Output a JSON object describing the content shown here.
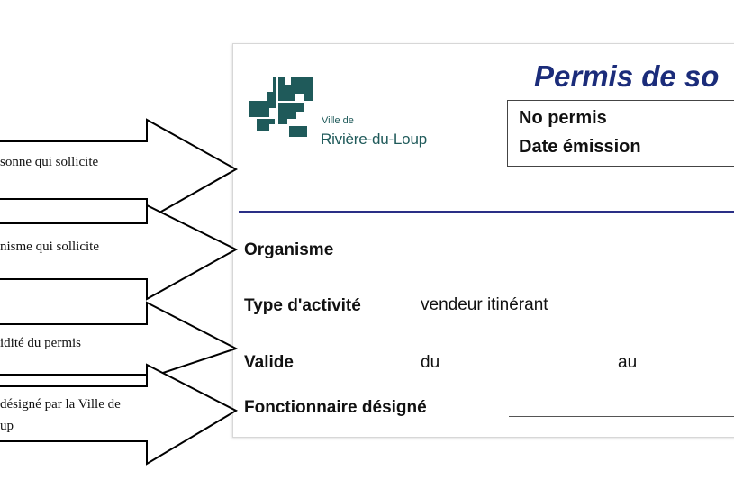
{
  "permit": {
    "title": "Permis de so",
    "logo": {
      "line1": "Ville de",
      "line2": "Rivière-du-Loup",
      "color": "#1f5a5a"
    },
    "meta": {
      "no_permis_label": "No permis",
      "date_emission_label": "Date émission"
    },
    "fields": {
      "organisme_label": "Organisme",
      "type_activite_label": "Type d'activité",
      "type_activite_value": "vendeur itinérant",
      "valide_label": "Valide",
      "valide_du": "du",
      "valide_au": "au",
      "fonctionnaire_label": "Fonctionnaire désigné"
    },
    "accent_color": "#1b2c7a"
  },
  "callouts": [
    {
      "text": "sonne qui sollicite"
    },
    {
      "text": "nisme qui sollicite"
    },
    {
      "text": "idité du permis"
    },
    {
      "text_line1": "désigné par la Ville de",
      "text_line2": "up"
    }
  ]
}
